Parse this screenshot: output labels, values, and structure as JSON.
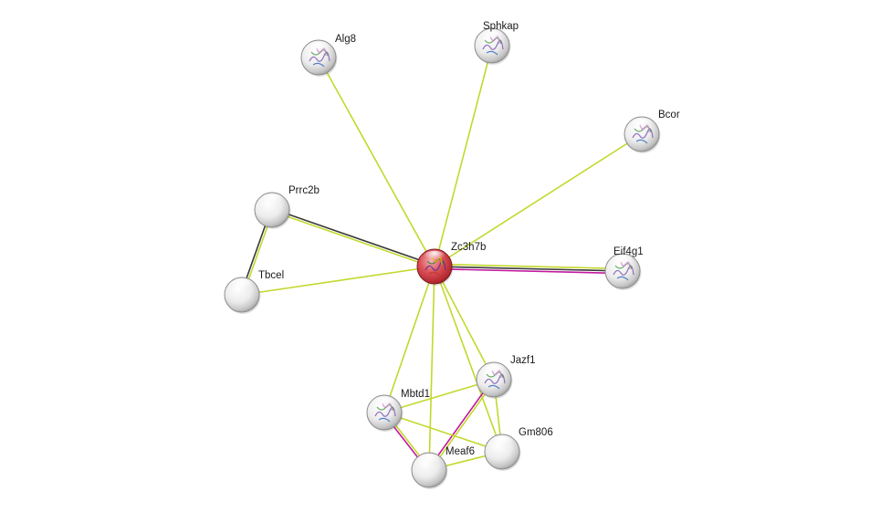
{
  "network": {
    "nodes": [
      {
        "id": "Zc3h7b",
        "label": "Zc3h7b",
        "query": true,
        "structure": true,
        "icon": "protein-structure-icon"
      },
      {
        "id": "Alg8",
        "label": "Alg8",
        "query": false,
        "structure": true,
        "icon": "protein-structure-icon"
      },
      {
        "id": "Sphkap",
        "label": "Sphkap",
        "query": false,
        "structure": true,
        "icon": "protein-structure-icon"
      },
      {
        "id": "Bcor",
        "label": "Bcor",
        "query": false,
        "structure": true,
        "icon": "protein-structure-icon"
      },
      {
        "id": "Prrc2b",
        "label": "Prrc2b",
        "query": false,
        "structure": false,
        "icon": ""
      },
      {
        "id": "Tbcel",
        "label": "Tbcel",
        "query": false,
        "structure": false,
        "icon": ""
      },
      {
        "id": "Eif4g1",
        "label": "Eif4g1",
        "query": false,
        "structure": true,
        "icon": "protein-structure-icon"
      },
      {
        "id": "Jazf1",
        "label": "Jazf1",
        "query": false,
        "structure": true,
        "icon": "protein-structure-icon"
      },
      {
        "id": "Mbtd1",
        "label": "Mbtd1",
        "query": false,
        "structure": true,
        "icon": "protein-structure-icon"
      },
      {
        "id": "Gm806",
        "label": "Gm806",
        "query": false,
        "structure": false,
        "icon": ""
      },
      {
        "id": "Meaf6",
        "label": "Meaf6",
        "query": false,
        "structure": false,
        "icon": ""
      }
    ],
    "edges": [
      {
        "source": "Zc3h7b",
        "target": "Alg8",
        "evidence": [
          "textmining"
        ]
      },
      {
        "source": "Zc3h7b",
        "target": "Sphkap",
        "evidence": [
          "textmining"
        ]
      },
      {
        "source": "Zc3h7b",
        "target": "Bcor",
        "evidence": [
          "textmining"
        ]
      },
      {
        "source": "Zc3h7b",
        "target": "Prrc2b",
        "evidence": [
          "textmining",
          "coexpression"
        ]
      },
      {
        "source": "Zc3h7b",
        "target": "Tbcel",
        "evidence": [
          "textmining"
        ]
      },
      {
        "source": "Zc3h7b",
        "target": "Eif4g1",
        "evidence": [
          "textmining",
          "coexpression",
          "experiments"
        ]
      },
      {
        "source": "Zc3h7b",
        "target": "Jazf1",
        "evidence": [
          "textmining"
        ]
      },
      {
        "source": "Zc3h7b",
        "target": "Mbtd1",
        "evidence": [
          "textmining"
        ]
      },
      {
        "source": "Zc3h7b",
        "target": "Gm806",
        "evidence": [
          "textmining"
        ]
      },
      {
        "source": "Zc3h7b",
        "target": "Meaf6",
        "evidence": [
          "textmining"
        ]
      },
      {
        "source": "Prrc2b",
        "target": "Tbcel",
        "evidence": [
          "textmining",
          "coexpression"
        ]
      },
      {
        "source": "Jazf1",
        "target": "Mbtd1",
        "evidence": [
          "textmining"
        ]
      },
      {
        "source": "Jazf1",
        "target": "Meaf6",
        "evidence": [
          "textmining",
          "experiments"
        ]
      },
      {
        "source": "Jazf1",
        "target": "Gm806",
        "evidence": [
          "textmining"
        ]
      },
      {
        "source": "Mbtd1",
        "target": "Meaf6",
        "evidence": [
          "textmining",
          "experiments"
        ]
      },
      {
        "source": "Mbtd1",
        "target": "Gm806",
        "evidence": [
          "textmining"
        ]
      },
      {
        "source": "Meaf6",
        "target": "Gm806",
        "evidence": [
          "textmining"
        ]
      }
    ],
    "evidence_colors": {
      "textmining": "#c3d82c",
      "coexpression": "#3a3a3a",
      "experiments": "#c2189f"
    },
    "colors": {
      "query_node": "#d9444a",
      "other_node": "#e6e6e6",
      "node_outline": "#8c8c8c"
    }
  }
}
